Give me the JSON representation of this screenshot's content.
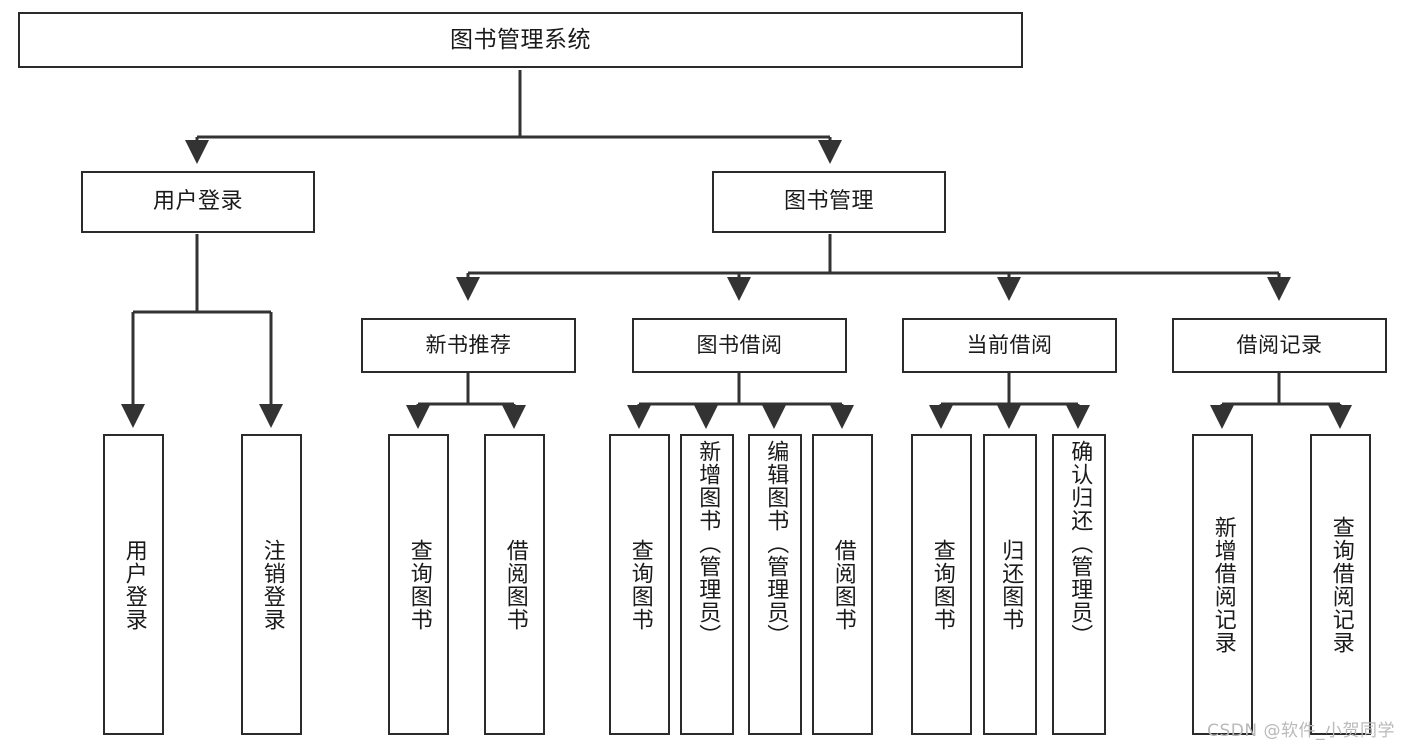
{
  "diagram": {
    "title": "图书管理系统",
    "type": "tree",
    "watermark": "CSDN @软件_小贺同学",
    "colors": {
      "box_border": "#2b2b2b",
      "box_fill": "#ffffff",
      "connector": "#333333",
      "text": "#1a1a1a",
      "watermark": "#b9b9b9",
      "background": "#ffffff"
    },
    "nodes": {
      "root": {
        "label": "图书管理系统"
      },
      "level2": [
        {
          "label": "用户登录"
        },
        {
          "label": "图书管理"
        }
      ],
      "level3": [
        {
          "label": "新书推荐"
        },
        {
          "label": "图书借阅"
        },
        {
          "label": "当前借阅"
        },
        {
          "label": "借阅记录"
        }
      ],
      "leaves": {
        "user_login": [
          {
            "label": "用户登录"
          },
          {
            "label": "注销登录"
          }
        ],
        "new_book_recommend": [
          {
            "label": "查询图书"
          },
          {
            "label": "借阅图书"
          }
        ],
        "book_borrow": [
          {
            "label": "查询图书"
          },
          {
            "label": "新增图书（管理员）"
          },
          {
            "label": "编辑图书（管理员）"
          },
          {
            "label": "借阅图书"
          }
        ],
        "current_borrow": [
          {
            "label": "查询图书"
          },
          {
            "label": "归还图书"
          },
          {
            "label": "确认归还（管理员）"
          }
        ],
        "borrow_record": [
          {
            "label": "新增借阅记录"
          },
          {
            "label": "查询借阅记录"
          }
        ]
      }
    }
  }
}
